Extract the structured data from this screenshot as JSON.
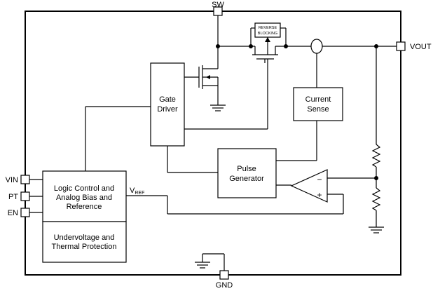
{
  "pins": {
    "sw": "SW",
    "vout": "VOUT",
    "vin": "VIN",
    "pt": "PT",
    "en": "EN",
    "gnd": "GND"
  },
  "blocks": {
    "gate_driver": [
      "Gate",
      "Driver"
    ],
    "current_sense": [
      "Current",
      "Sense"
    ],
    "pulse_generator": [
      "Pulse",
      "Generator"
    ],
    "logic_control": [
      "Logic Control and",
      "Analog Bias and",
      "Reference"
    ],
    "undervoltage": [
      "Undervoltage and",
      "Thermal Protection"
    ],
    "reverse_blocking": [
      "REVERSE",
      "BLOCKING"
    ]
  },
  "signals": {
    "vref_main": "V",
    "vref_sub": "REF"
  },
  "comparator": {
    "minus": "−",
    "plus": "+"
  }
}
